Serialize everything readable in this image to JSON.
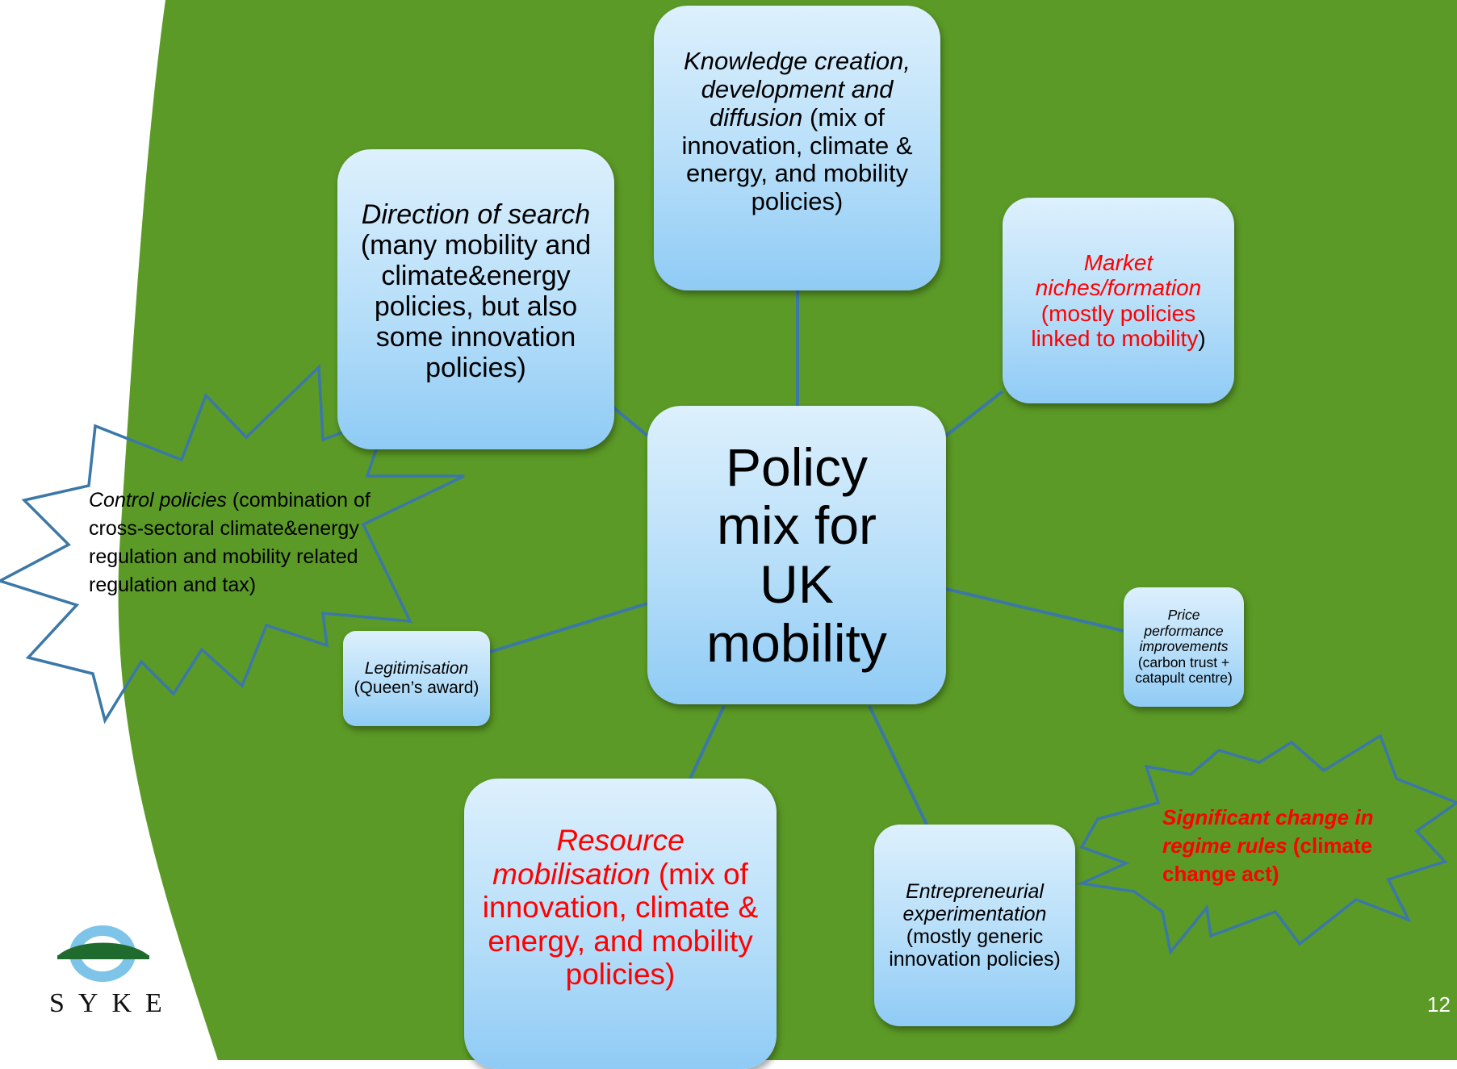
{
  "center": {
    "lines": [
      "Policy",
      "mix for",
      "UK",
      "mobility"
    ]
  },
  "functions": {
    "knowledge": {
      "italic": "Knowledge creation, development and diffusion",
      "rest": " (mix of innovation, climate & energy, and mobility policies)"
    },
    "direction": {
      "italic": "Direction of search",
      "rest": " (many mobility and climate&energy policies, but also some innovation policies)"
    },
    "market": {
      "italic": "Market niches/formation",
      "rest_red": " (mostly policies linked to mobility",
      "rest_close": ")"
    },
    "price": {
      "italic": "Price performance improvements",
      "rest": " (carbon trust + catapult centre)"
    },
    "entrepreneurial": {
      "italic": "Entrepreneurial experimentation",
      "rest": " (mostly generic innovation policies)"
    },
    "resource": {
      "italic": "Resource mobilisation",
      "rest_red": " (mix of innovation, climate & energy, and mobility policies)"
    },
    "legitimisation": {
      "italic": "Legitimisation",
      "rest": " (Queen’s award)"
    }
  },
  "bursts": {
    "control": {
      "italic": "Control policies",
      "rest": " (combination of cross-sectoral climate&energy regulation and mobility related regulation and tax)"
    },
    "regime": {
      "italic": "Significant change in regime rules",
      "rest": " (climate change act)"
    }
  },
  "logo": {
    "text": "SYKE"
  },
  "page_number": "12",
  "colors": {
    "green": "#5b9a26",
    "box_top": "#ddf0fd",
    "box_bottom": "#8fcbf5",
    "connector": "#3b78a8",
    "red_text": "#ff0000"
  }
}
